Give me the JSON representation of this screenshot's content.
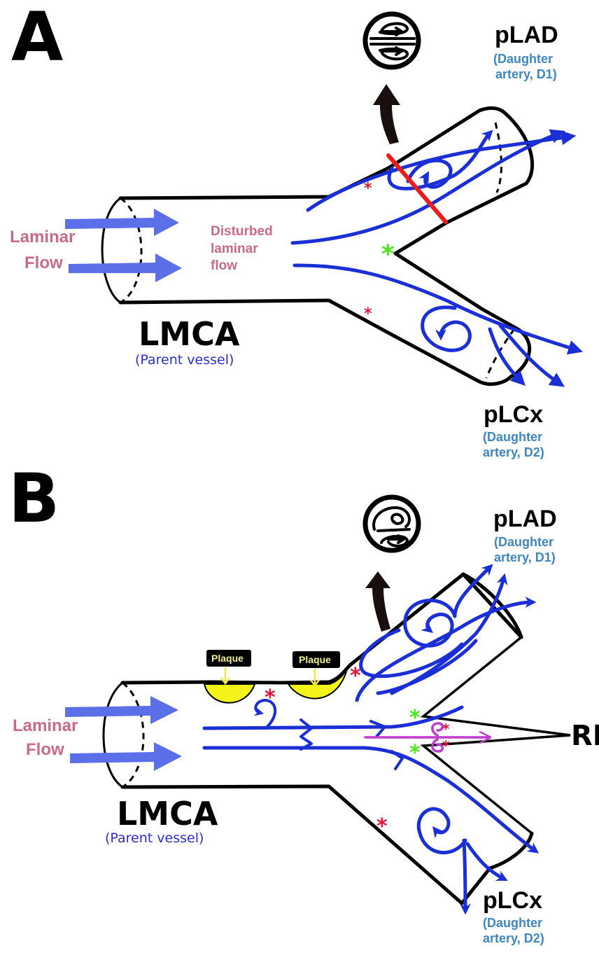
{
  "figure": {
    "panels": [
      {
        "id": "A",
        "letter": "A",
        "parent_vessel": {
          "name": "LMCA",
          "subtitle": "(Parent vessel)"
        },
        "inflow_label": {
          "line1": "Laminar",
          "line2": "Flow"
        },
        "mid_label": {
          "line1": "Disturbed",
          "line2": "laminar",
          "line3": "flow"
        },
        "branch_top": {
          "name": "pLAD",
          "sub1": "(Daughter",
          "sub2": "artery, D1)"
        },
        "branch_bottom": {
          "name": "pLCx",
          "sub1": "(Daughter",
          "sub2": "artery, D2)"
        },
        "cross_section_icon": "two-vortex-cross-section-icon",
        "markers": {
          "red_asterisk": "*",
          "green_asterisk": "*"
        }
      },
      {
        "id": "B",
        "letter": "B",
        "parent_vessel": {
          "name": "LMCA",
          "subtitle": "(Parent vessel)"
        },
        "inflow_label": {
          "line1": "Laminar",
          "line2": "Flow"
        },
        "plaque_labels": [
          "Plaque",
          "Plaque"
        ],
        "branch_top": {
          "name": "pLAD",
          "sub1": "(Daughter",
          "sub2": "artery, D1)"
        },
        "branch_middle": {
          "name": "RI"
        },
        "branch_bottom": {
          "name": "pLCx",
          "sub1": "(Daughter",
          "sub2": "artery, D2)"
        },
        "cross_section_icon": "spiral-vortex-cross-section-icon",
        "markers": {
          "red_asterisk": "*",
          "green_asterisk": "*"
        }
      }
    ],
    "colors": {
      "flow_blue": "#1a2fd6",
      "laminar_arrow": "#5a6fe8",
      "pink_text": "#c96a86",
      "daughter_text": "#3d86c0",
      "parent_text": "#2b2bd8",
      "red_marker": "#e0173a",
      "green_marker": "#4ce81e",
      "plaque_yellow": "#f4f41a",
      "ri_flow": "#c03ccf",
      "cut_line": "#ee1b1b"
    }
  }
}
